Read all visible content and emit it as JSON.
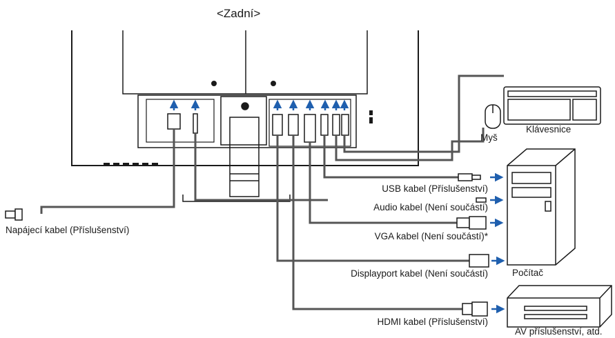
{
  "title": "<Zadní>",
  "cables": {
    "power": "Napájecí kabel (Příslušenství)",
    "usb": "USB kabel (Příslušenství)",
    "audio": "Audio kabel (Není součástí)",
    "vga": "VGA kabel (Není součástí)*",
    "displayport": "Displayport kabel (Není součástí)",
    "hdmi": "HDMI kabel (Příslušenství)"
  },
  "devices": {
    "keyboard": "Klávesnice",
    "mouse": "Myš",
    "computer": "Počítač",
    "av": "AV příslušenství, atd."
  },
  "colors": {
    "arrow": "#1f5fae",
    "cable_outline": "#333333",
    "monitor_outline": "#1a1a1a"
  }
}
